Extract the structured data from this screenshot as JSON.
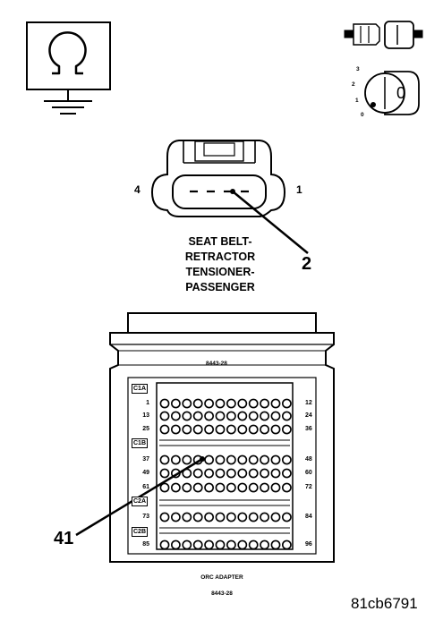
{
  "figure_id": "81cb6791",
  "connector": {
    "name_lines": [
      "SEAT BELT-",
      "RETRACTOR",
      "TENSIONER-",
      "PASSENGER"
    ],
    "pin_left": "4",
    "pin_right": "1",
    "callout": "2"
  },
  "adapter": {
    "top_label": "8443-28",
    "caption": "ORC ADAPTER",
    "caption_sub": "8443-28",
    "callout": "41",
    "tags": [
      "C1A",
      "C1B",
      "C2A",
      "C2B"
    ],
    "left_numbers": [
      "1",
      "13",
      "25",
      "37",
      "49",
      "61",
      "73",
      "85"
    ],
    "right_numbers": [
      "12",
      "24",
      "36",
      "48",
      "60",
      "72",
      "84",
      "96"
    ]
  },
  "key_positions": [
    "3",
    "2",
    "1",
    "0"
  ],
  "key_label": "0"
}
